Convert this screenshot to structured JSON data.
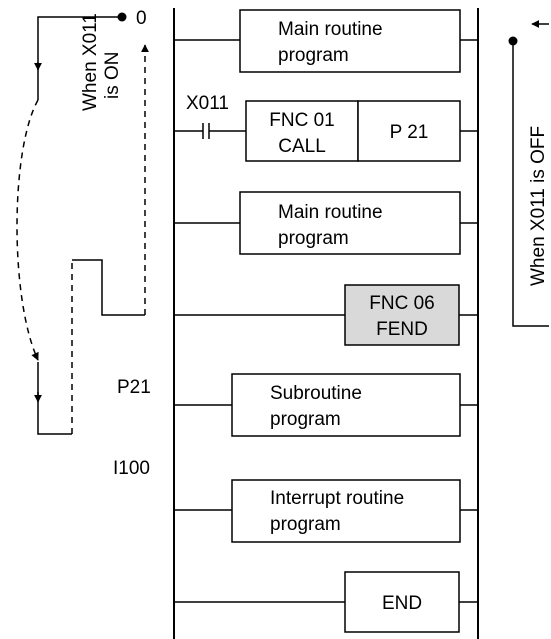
{
  "step_start": "0",
  "flow_on_label": {
    "line1": "When X011",
    "line2": "is ON"
  },
  "flow_off_label": "When X011 is OFF",
  "contact_label": "X011",
  "pointer_label": "P21",
  "interrupt_label": "I100",
  "blocks": {
    "main_routine_1": {
      "line1": "Main routine",
      "line2": "program"
    },
    "call_instruction": {
      "line1": "FNC 01",
      "line2": "CALL"
    },
    "call_operand": "P 21",
    "main_routine_2": {
      "line1": "Main routine",
      "line2": "program"
    },
    "fend_instruction": {
      "line1": "FNC 06",
      "line2": "FEND"
    },
    "subroutine": {
      "line1": "Subroutine",
      "line2": "program"
    },
    "interrupt_routine": {
      "line1": "Interrupt routine",
      "line2": "program"
    },
    "end_instruction": "END"
  },
  "colors": {
    "line": "#000000",
    "fend_fill": "#d9d9d9",
    "block_fill": "#ffffff"
  }
}
